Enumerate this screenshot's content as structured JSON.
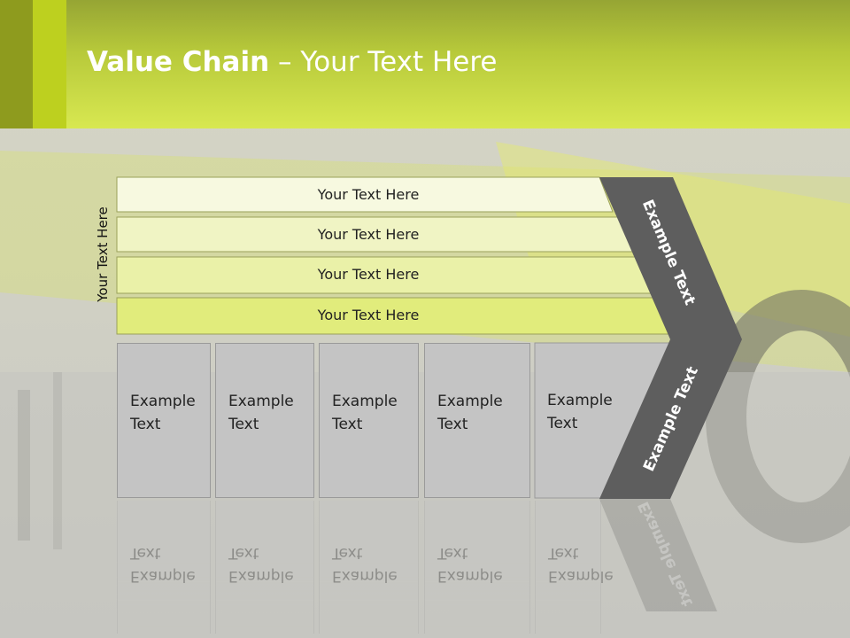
{
  "title": {
    "bold": "Value Chain",
    "rest": " – Your Text Here"
  },
  "side_label": "Your Text Here",
  "rows": [
    {
      "label": "Your Text Here"
    },
    {
      "label": "Your Text Here"
    },
    {
      "label": "Your Text Here"
    },
    {
      "label": "Your Text Here"
    }
  ],
  "boxes": [
    {
      "line1": "Example",
      "line2": "Text"
    },
    {
      "line1": "Example",
      "line2": "Text"
    },
    {
      "line1": "Example",
      "line2": "Text"
    },
    {
      "line1": "Example",
      "line2": "Text"
    },
    {
      "line1": "Example",
      "line2": "Text"
    }
  ],
  "chevron": {
    "top_text": "Example Text",
    "bottom_text": "Example Text"
  },
  "colors": {
    "header": "#c6d93c",
    "row_fill": [
      "#f7f9e0",
      "#f0f4c4",
      "#eaf1a8",
      "#e1ec7c"
    ],
    "box_fill": "#c4c4c4",
    "chevron_fill": "#5f5f5f"
  }
}
